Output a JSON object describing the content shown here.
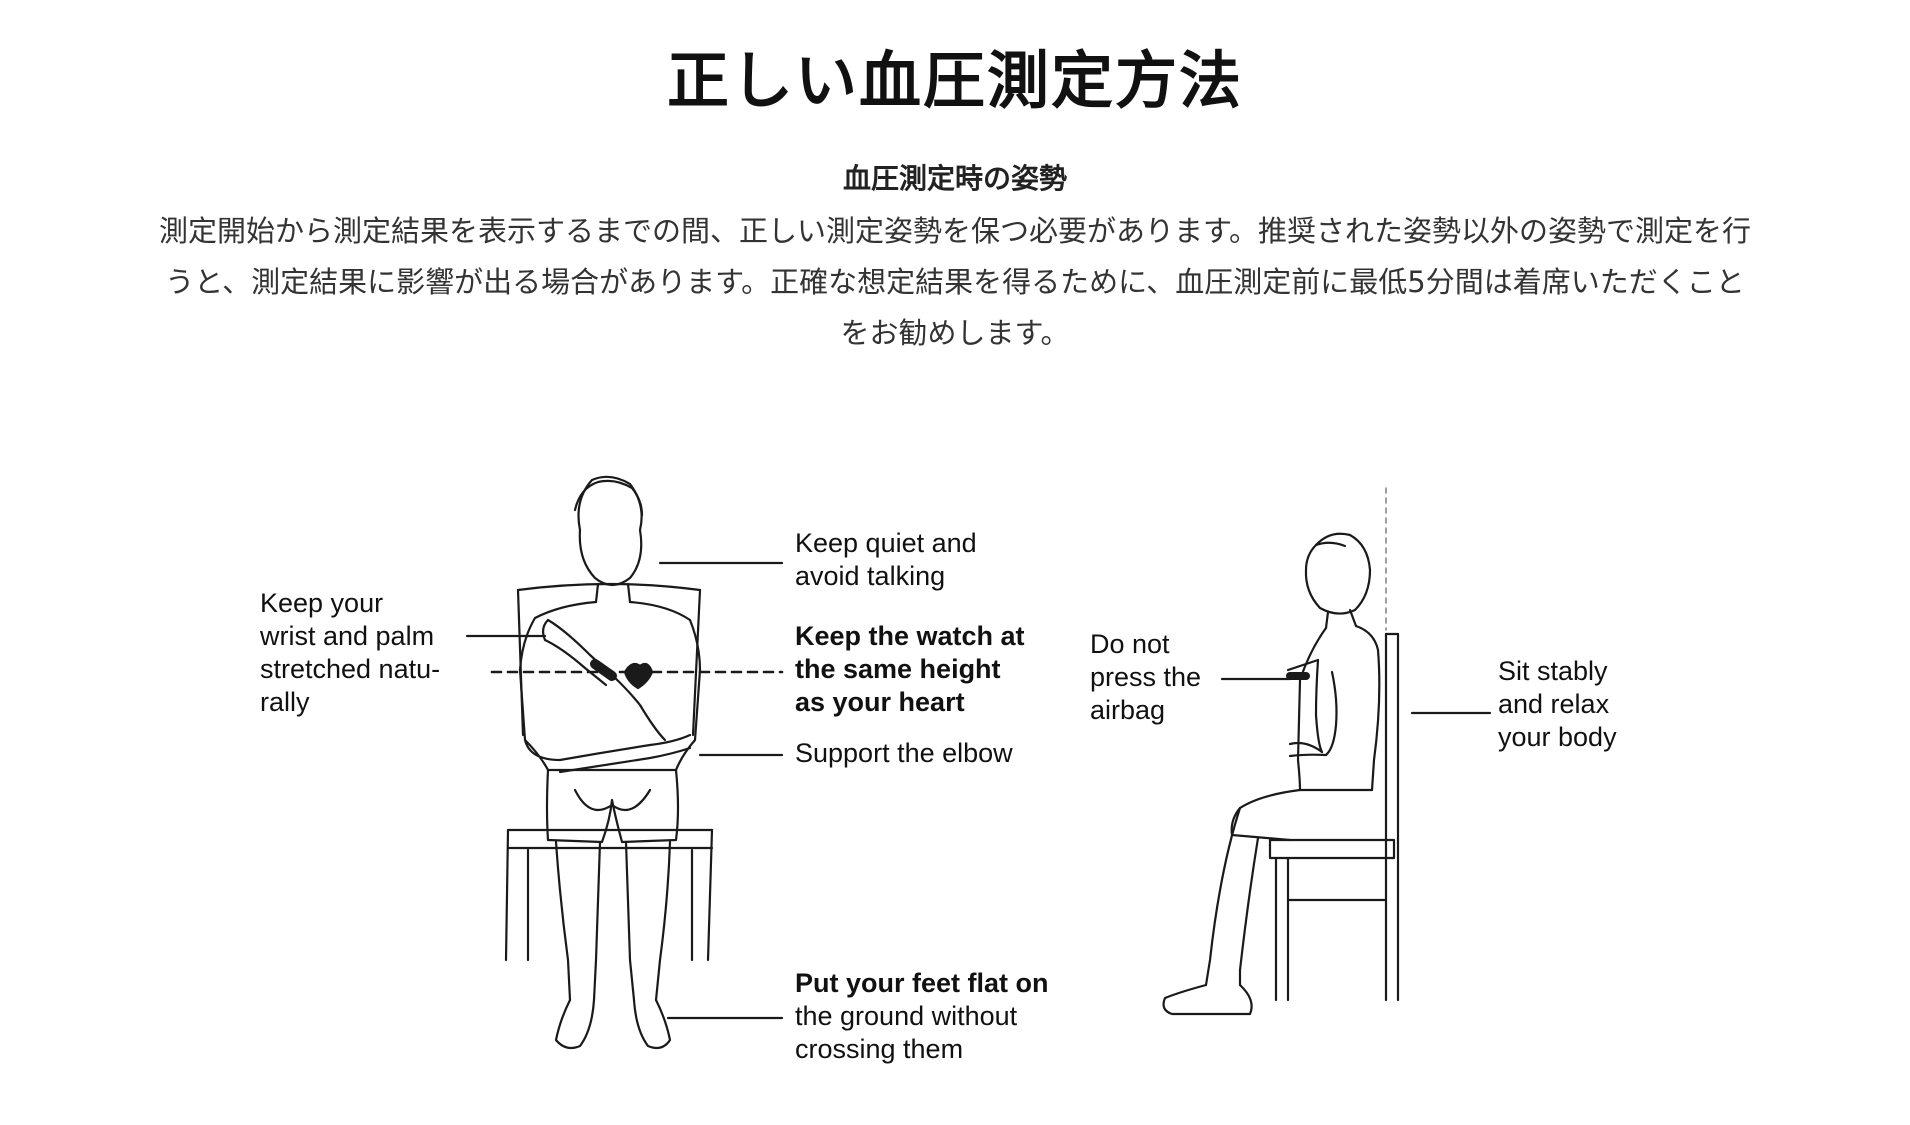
{
  "title": "正しい血圧測定方法",
  "section": {
    "heading": "血圧測定時の姿勢",
    "body_lines": [
      "測定開始から測定結果を表示するまでの間、正しい測定姿勢を保つ必要があります。推奨された姿勢以外の姿勢で測定を行",
      "うと、測定結果に影響が出る場合があります。正確な想定結果を得るために、血圧測定前に最低5分間は着席いただくこと",
      "をお勧めします。"
    ]
  },
  "front_view": {
    "labels": {
      "wrist_palm": [
        "Keep your",
        "wrist and palm",
        "stretched natu-",
        "rally"
      ],
      "quiet": [
        "Keep quiet and",
        "avoid talking"
      ],
      "watch_height": [
        "Keep the watch at",
        "the same height",
        "as your heart"
      ],
      "elbow": [
        "Support the elbow"
      ],
      "feet": [
        "Put your feet flat on",
        "the ground without",
        "crossing them"
      ]
    }
  },
  "side_view": {
    "labels": {
      "airbag": [
        "Do not",
        "press the",
        "airbag"
      ],
      "sit": [
        "Sit stably",
        "and relax",
        "your body"
      ]
    }
  }
}
